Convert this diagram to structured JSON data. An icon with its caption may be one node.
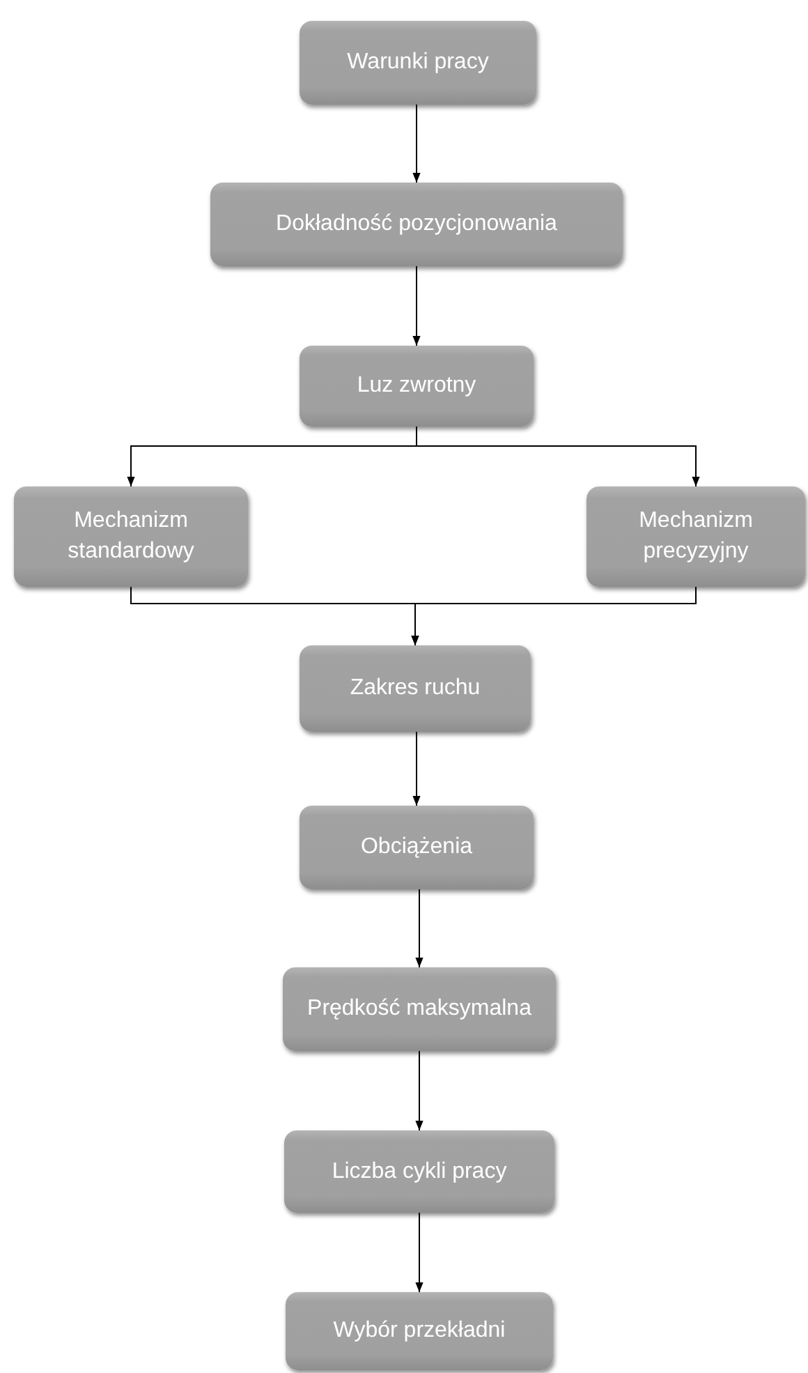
{
  "diagram": {
    "nodes": [
      {
        "text": [
          "Warunki pracy"
        ]
      },
      {
        "text": [
          "Dokładność pozycjonowania"
        ]
      },
      {
        "text": [
          "Luz zwrotny"
        ]
      },
      {
        "text": [
          "Mechanizm standardowy"
        ]
      },
      {
        "text": [
          "Mechanizm precyzyjny"
        ]
      },
      {
        "text": [
          "Zakres ruchu"
        ]
      },
      {
        "text": [
          "Obciążenia"
        ]
      },
      {
        "text": [
          "Prędkość maksymalna"
        ]
      },
      {
        "text": [
          "Liczba cykli pracy"
        ]
      },
      {
        "text": [
          "Wybór przekładni"
        ]
      }
    ],
    "edges": [
      {
        "from": 0,
        "to": 1,
        "arrow": "to"
      },
      {
        "from": 1,
        "to": 2,
        "arrow": "to"
      },
      {
        "from": 2,
        "to": 3,
        "arrow": "to"
      },
      {
        "from": 2,
        "to": 4,
        "arrow": "to"
      },
      {
        "from": 3,
        "to": 5,
        "arrow": "to"
      },
      {
        "from": 4,
        "to": 5,
        "arrow": "to"
      },
      {
        "from": 5,
        "to": 6,
        "arrow": "to"
      },
      {
        "from": 6,
        "to": 7,
        "arrow": "to"
      },
      {
        "from": 7,
        "to": 8,
        "arrow": "to"
      },
      {
        "from": 8,
        "to": 9,
        "arrow": "to"
      }
    ]
  }
}
